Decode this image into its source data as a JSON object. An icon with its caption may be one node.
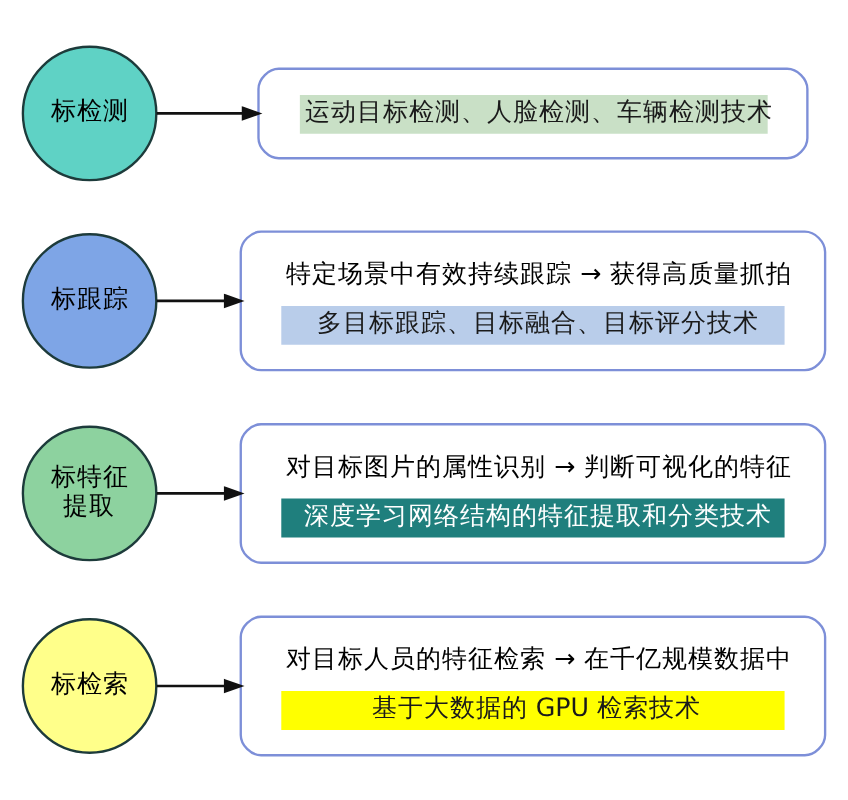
{
  "diagram": {
    "nodes": [
      {
        "text": [
          "标检测"
        ]
      },
      {
        "text": [
          "运动目标检测、人脸检测、车辆检测技术"
        ]
      },
      {
        "text": [
          "标跟踪"
        ]
      },
      {
        "text": [
          "特定场景中有效持续跟踪 → 获得高质量抓拍",
          "多目标跟踪、目标融合、目标评分技术"
        ]
      },
      {
        "text": [
          "标特征提取"
        ]
      },
      {
        "text": [
          "对目标图片的属性识别 → 判断可视化的特征",
          "深度学习网络结构的特征提取和分类技术"
        ]
      },
      {
        "text": [
          "标检索"
        ]
      },
      {
        "text": [
          "对目标人员的特征检索 → 在千亿规模数据中",
          "基于大数据的 GPU 检索技术"
        ]
      }
    ],
    "edges": [
      {
        "from": 0,
        "to": 1,
        "arrow": "to"
      },
      {
        "from": 2,
        "to": 3,
        "arrow": "to"
      },
      {
        "from": 4,
        "to": 5,
        "arrow": "to"
      },
      {
        "from": 6,
        "to": 7,
        "arrow": "to"
      }
    ]
  }
}
